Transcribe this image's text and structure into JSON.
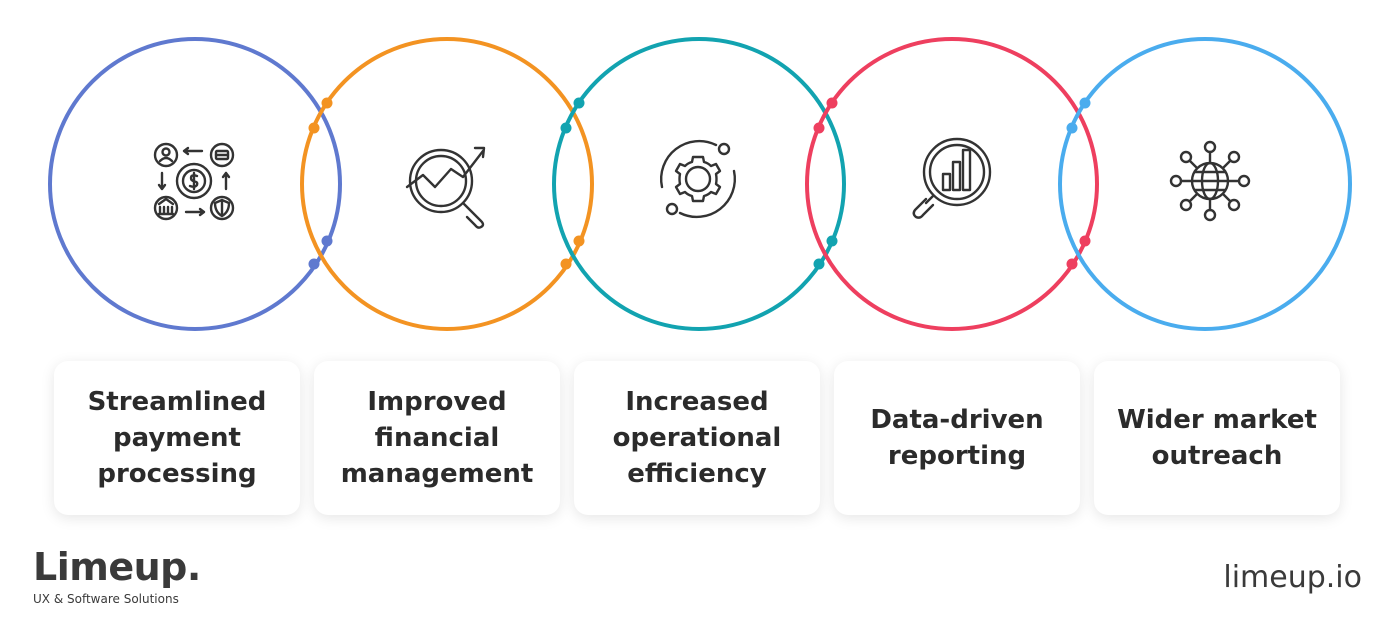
{
  "benefits": [
    {
      "label": "Streamlined\npayment\nprocessing",
      "color": "#5f79cf",
      "icon": "payment-cycle-icon"
    },
    {
      "label": "Improved\nfinancial\nmanagement",
      "color": "#f39322",
      "icon": "growth-chart-magnifier-icon"
    },
    {
      "label": "Increased\noperational\nefficiency",
      "color": "#12a3b0",
      "icon": "gear-cycle-icon"
    },
    {
      "label": "Data-driven\nreporting",
      "color": "#ee3f5f",
      "icon": "bar-chart-magnifier-icon"
    },
    {
      "label": "Wider market\noutreach",
      "color": "#4aacee",
      "icon": "globe-network-icon"
    }
  ],
  "icon_stroke_color": "#333333",
  "brand": {
    "name": "Limeup.",
    "tagline": "UX & Software Solutions"
  },
  "site_url": "limeup.io"
}
